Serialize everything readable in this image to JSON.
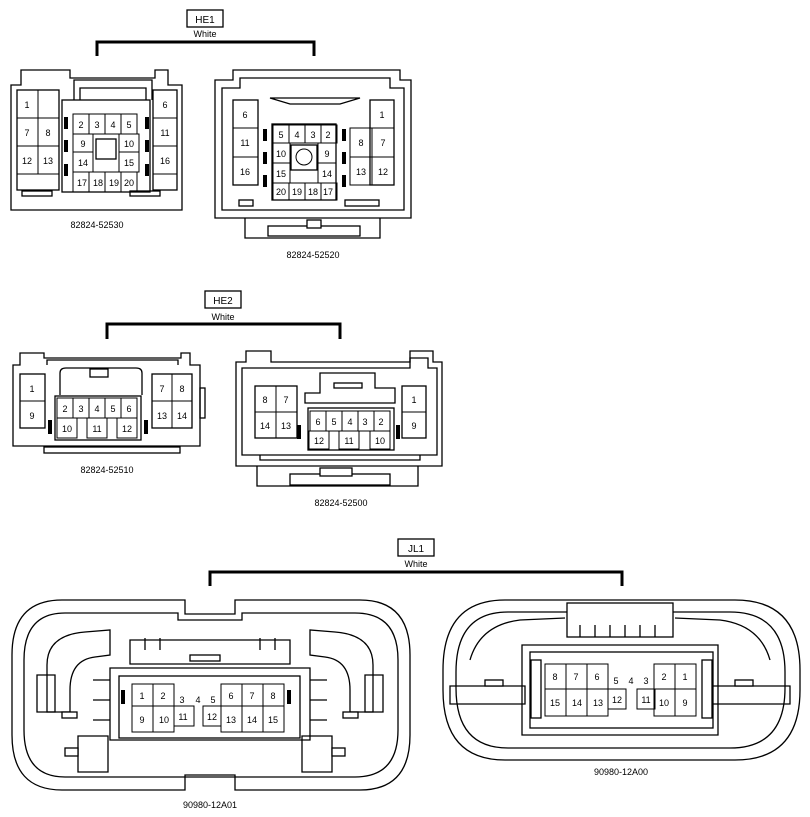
{
  "groups": [
    {
      "id": "HE1",
      "label": "HE1",
      "color": "White"
    },
    {
      "id": "HE2",
      "label": "HE2",
      "color": "White"
    },
    {
      "id": "JL1",
      "label": "JL1",
      "color": "White"
    }
  ],
  "connectors": [
    {
      "part_number": "82824-52530",
      "group": "HE1",
      "pins": [
        "1",
        "6",
        "7",
        "8",
        "11",
        "12",
        "13",
        "16",
        "2",
        "3",
        "4",
        "5",
        "9",
        "10",
        "14",
        "15",
        "17",
        "18",
        "19",
        "20"
      ]
    },
    {
      "part_number": "82824-52520",
      "group": "HE1",
      "pins": [
        "6",
        "1",
        "11",
        "7",
        "16",
        "8",
        "12",
        "13",
        "5",
        "4",
        "3",
        "2",
        "10",
        "9",
        "15",
        "14",
        "20",
        "19",
        "18",
        "17"
      ]
    },
    {
      "part_number": "82824-52510",
      "group": "HE2",
      "pins": [
        "1",
        "9",
        "7",
        "8",
        "13",
        "14",
        "2",
        "3",
        "4",
        "5",
        "6",
        "10",
        "11",
        "12"
      ]
    },
    {
      "part_number": "82824-52500",
      "group": "HE2",
      "pins": [
        "8",
        "7",
        "14",
        "13",
        "1",
        "9",
        "6",
        "5",
        "4",
        "3",
        "2",
        "12",
        "11",
        "10"
      ]
    },
    {
      "part_number": "90980-12A01",
      "group": "JL1",
      "pins": [
        "1",
        "2",
        "3",
        "4",
        "5",
        "6",
        "7",
        "8",
        "9",
        "10",
        "11",
        "12",
        "13",
        "14",
        "15"
      ]
    },
    {
      "part_number": "90980-12A00",
      "group": "JL1",
      "pins": [
        "8",
        "7",
        "6",
        "5",
        "4",
        "3",
        "2",
        "1",
        "15",
        "14",
        "13",
        "12",
        "11",
        "10",
        "9"
      ]
    }
  ]
}
